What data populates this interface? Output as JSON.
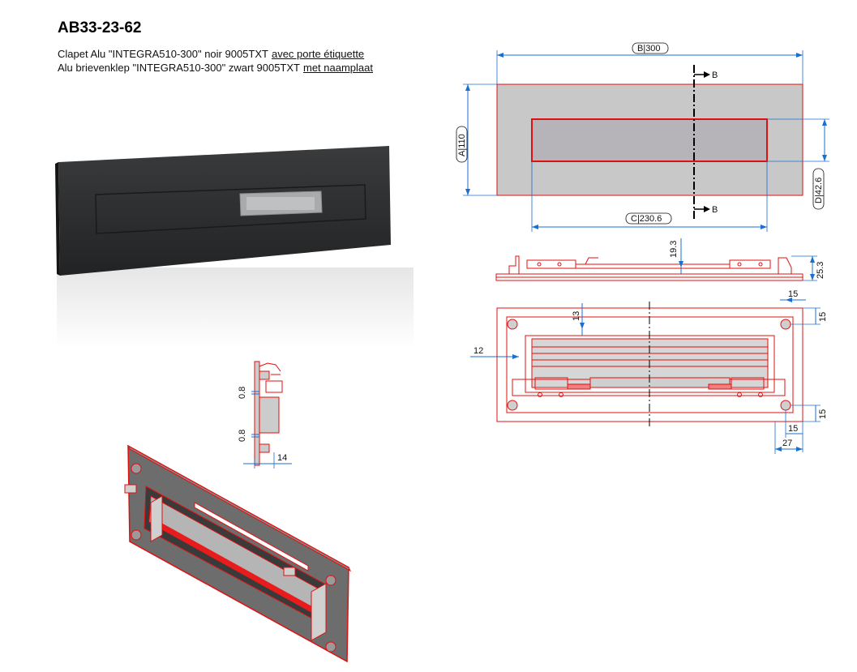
{
  "header": {
    "code": "AB33-23-62",
    "fr_main": "Clapet Alu \"INTEGRA510-300\" noir 9005TXT",
    "fr_suffix": "avec porte étiquette",
    "nl_main": "Alu brievenklep \"INTEGRA510-300\" zwart 9005TXT",
    "nl_suffix": "met naamplaat"
  },
  "front_view": {
    "dim_b": "B|300",
    "dim_a": "A|110",
    "dim_c": "C|230.6",
    "dim_d": "D|42.6",
    "section_label": "B"
  },
  "top_view": {
    "dim_height": "19.3",
    "dim_total": "25.3"
  },
  "back_view": {
    "dim_13": "13",
    "dim_12": "12",
    "dim_15_top_h": "15",
    "dim_15_right_top": "15",
    "dim_15_right_bottom": "15",
    "dim_15_bottom": "15",
    "dim_27": "27"
  },
  "section_view": {
    "dim_08_a": "0.8",
    "dim_08_b": "0.8",
    "dim_14": "14"
  },
  "colors": {
    "outline": "#e01010",
    "dimension": "#1a6fd0",
    "plate": "#c8c8c8",
    "product": "#2e2f30"
  }
}
